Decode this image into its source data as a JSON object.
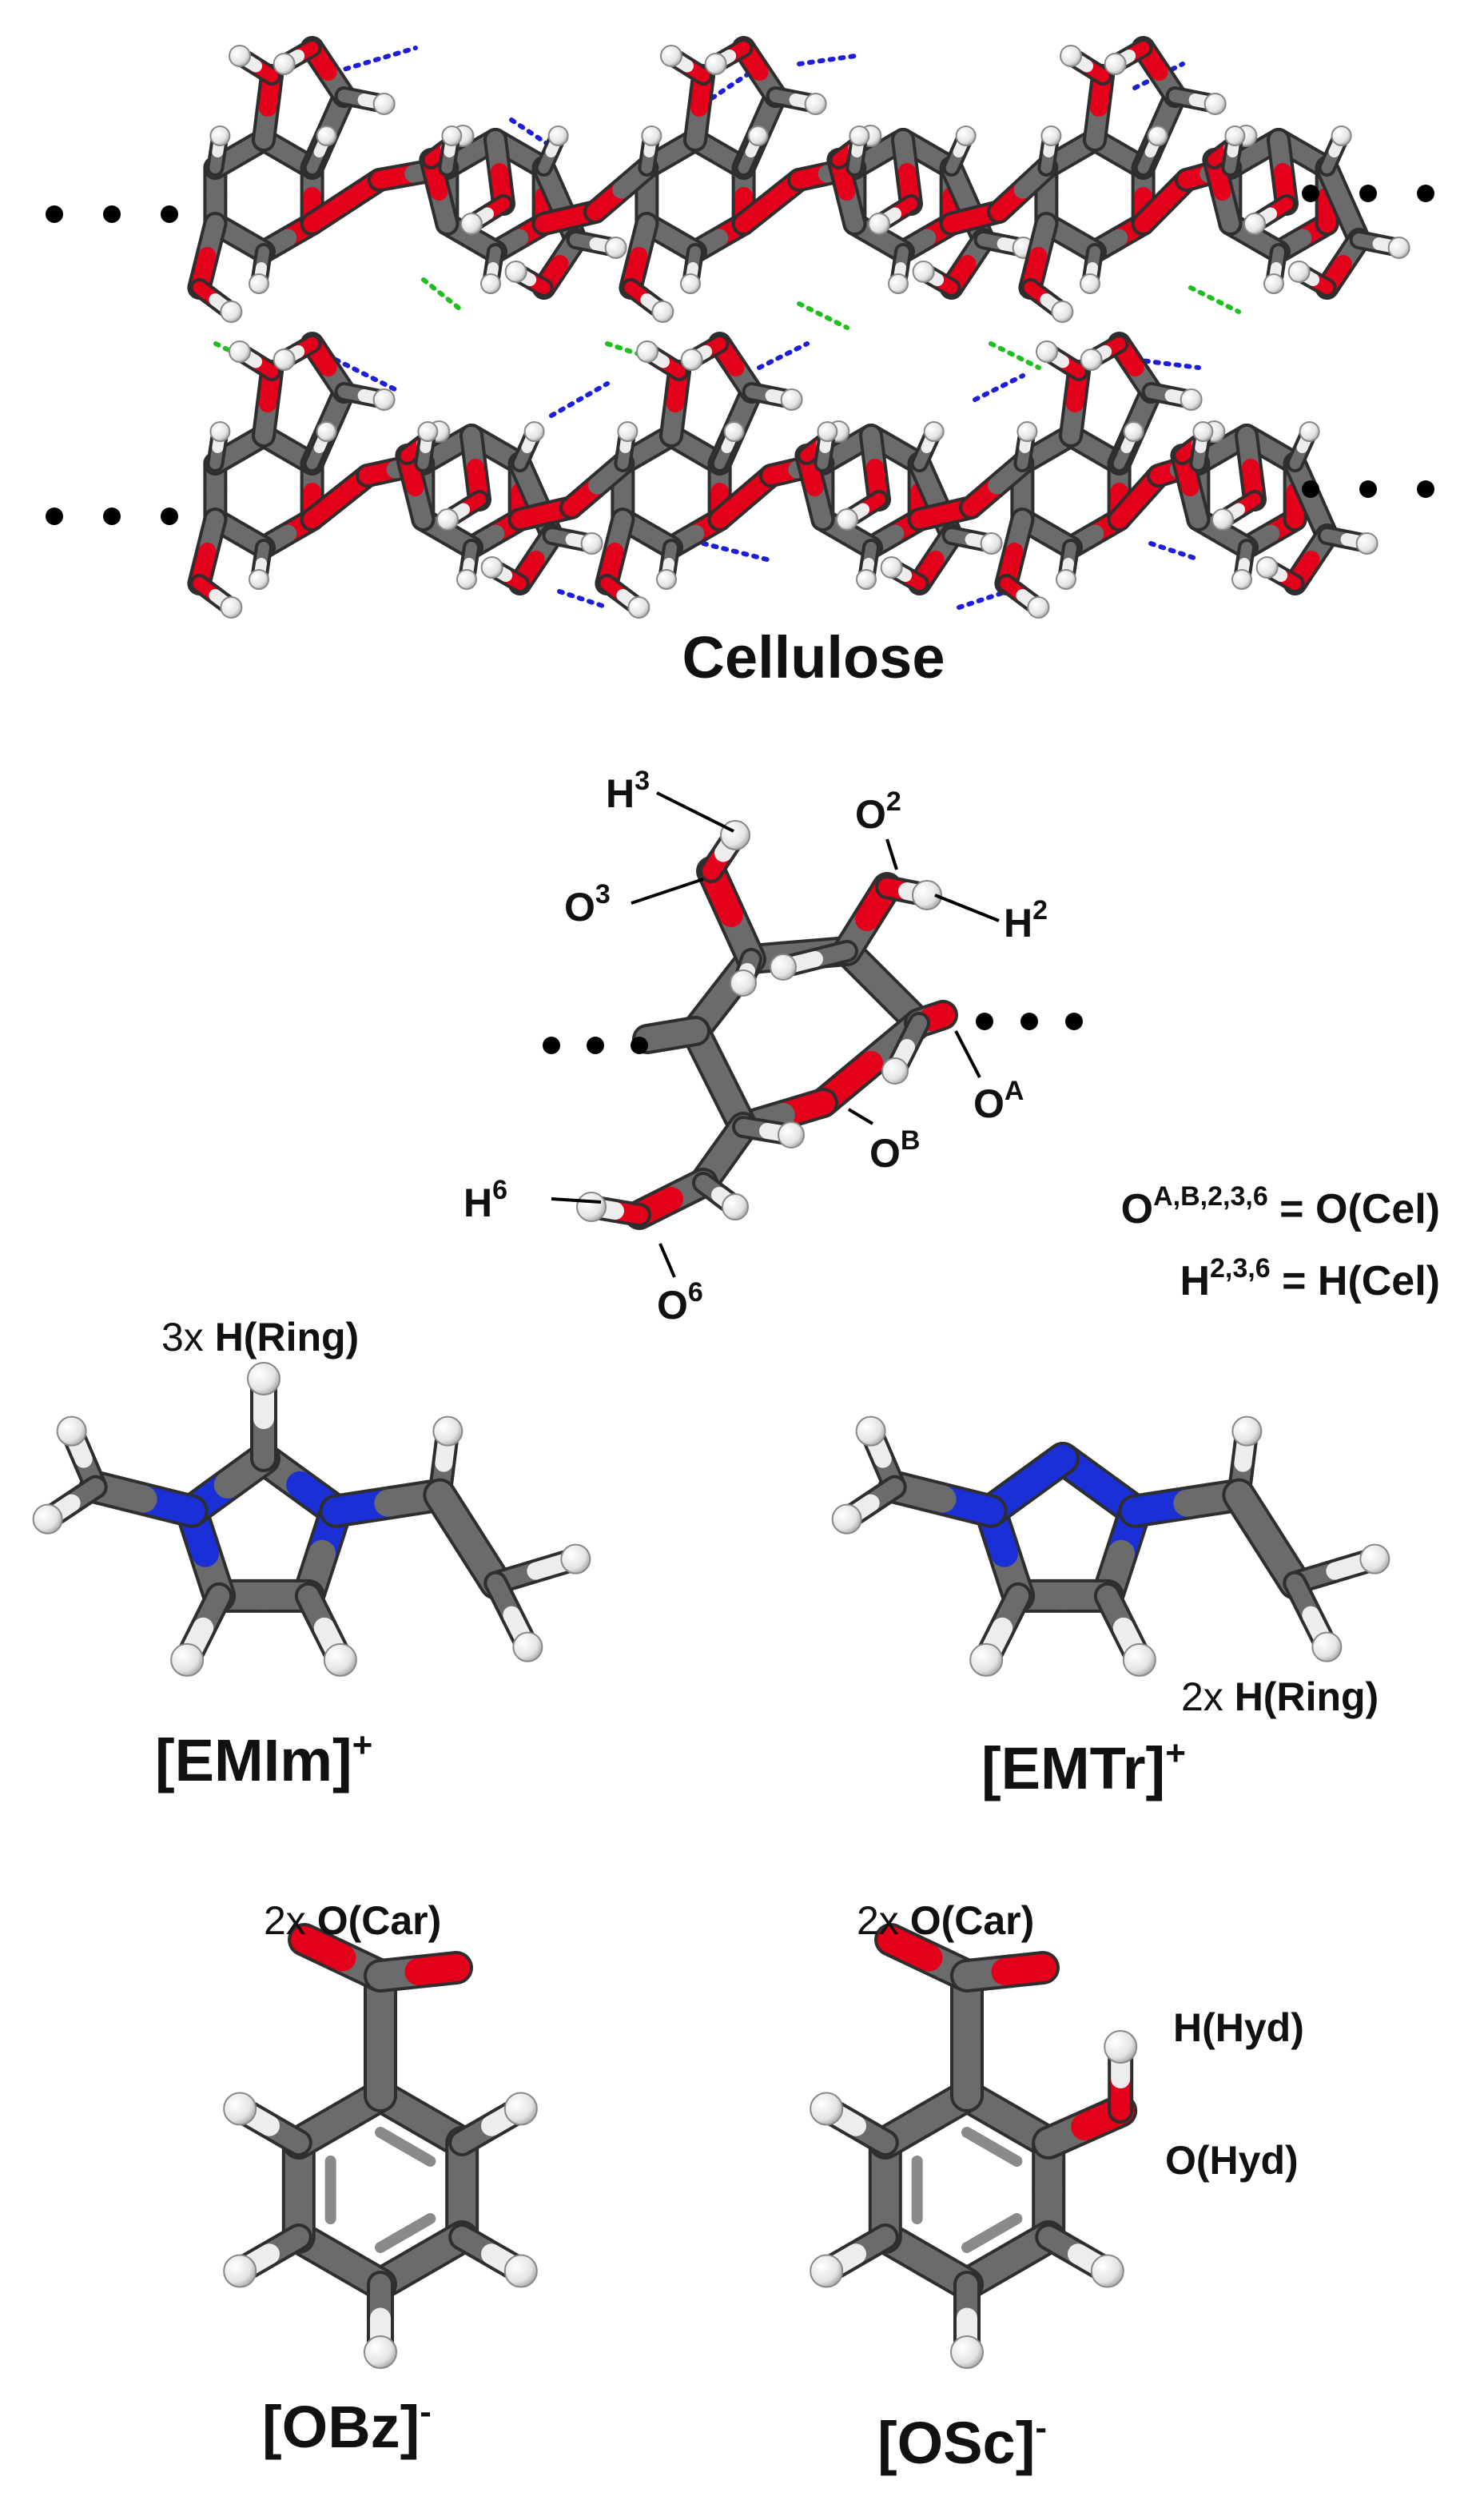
{
  "colors": {
    "carbon": "#6b6b6b",
    "oxygen": "#e3001b",
    "nitrogen": "#1a2fd6",
    "hydrogen": "#ededed",
    "hbond_blue": "#1e1ed8",
    "hbond_green": "#1fbf1f",
    "label_gray": "#4a4a4a",
    "label_black": "#111111"
  },
  "cellulose": {
    "title": "Cellulose",
    "continuation": "• • •"
  },
  "monomer": {
    "labels": {
      "h3": "H",
      "h3_sup": "3",
      "o2": "O",
      "o2_sup": "2",
      "o3": "O",
      "o3_sup": "3",
      "h2": "H",
      "h2_sup": "2",
      "oa": "O",
      "oa_sup": "A",
      "ob": "O",
      "ob_sup": "B",
      "h6": "H",
      "h6_sup": "6",
      "o6": "O",
      "o6_sup": "6"
    },
    "legend": {
      "o_base": "O",
      "o_sup": "A,B,2,3,6",
      "o_rest": " = O(Cel)",
      "h_base": "H",
      "h_sup": "2,3,6",
      "h_rest": " = H(Cel)"
    }
  },
  "cations": {
    "emim": {
      "name": "[EMIm]",
      "charge": "+",
      "count": "3x ",
      "site": "H(Ring)"
    },
    "emtr": {
      "name": "[EMTr]",
      "charge": "+",
      "count": "2x ",
      "site": "H(Ring)"
    }
  },
  "anions": {
    "obz": {
      "name": "[OBz]",
      "charge": "-",
      "count": "2x ",
      "site": "O(Car)"
    },
    "osc": {
      "name": "[OSc]",
      "charge": "-",
      "count": "2x ",
      "site": "O(Car)",
      "site2": "H(Hyd)",
      "site3": "O(Hyd)"
    }
  }
}
